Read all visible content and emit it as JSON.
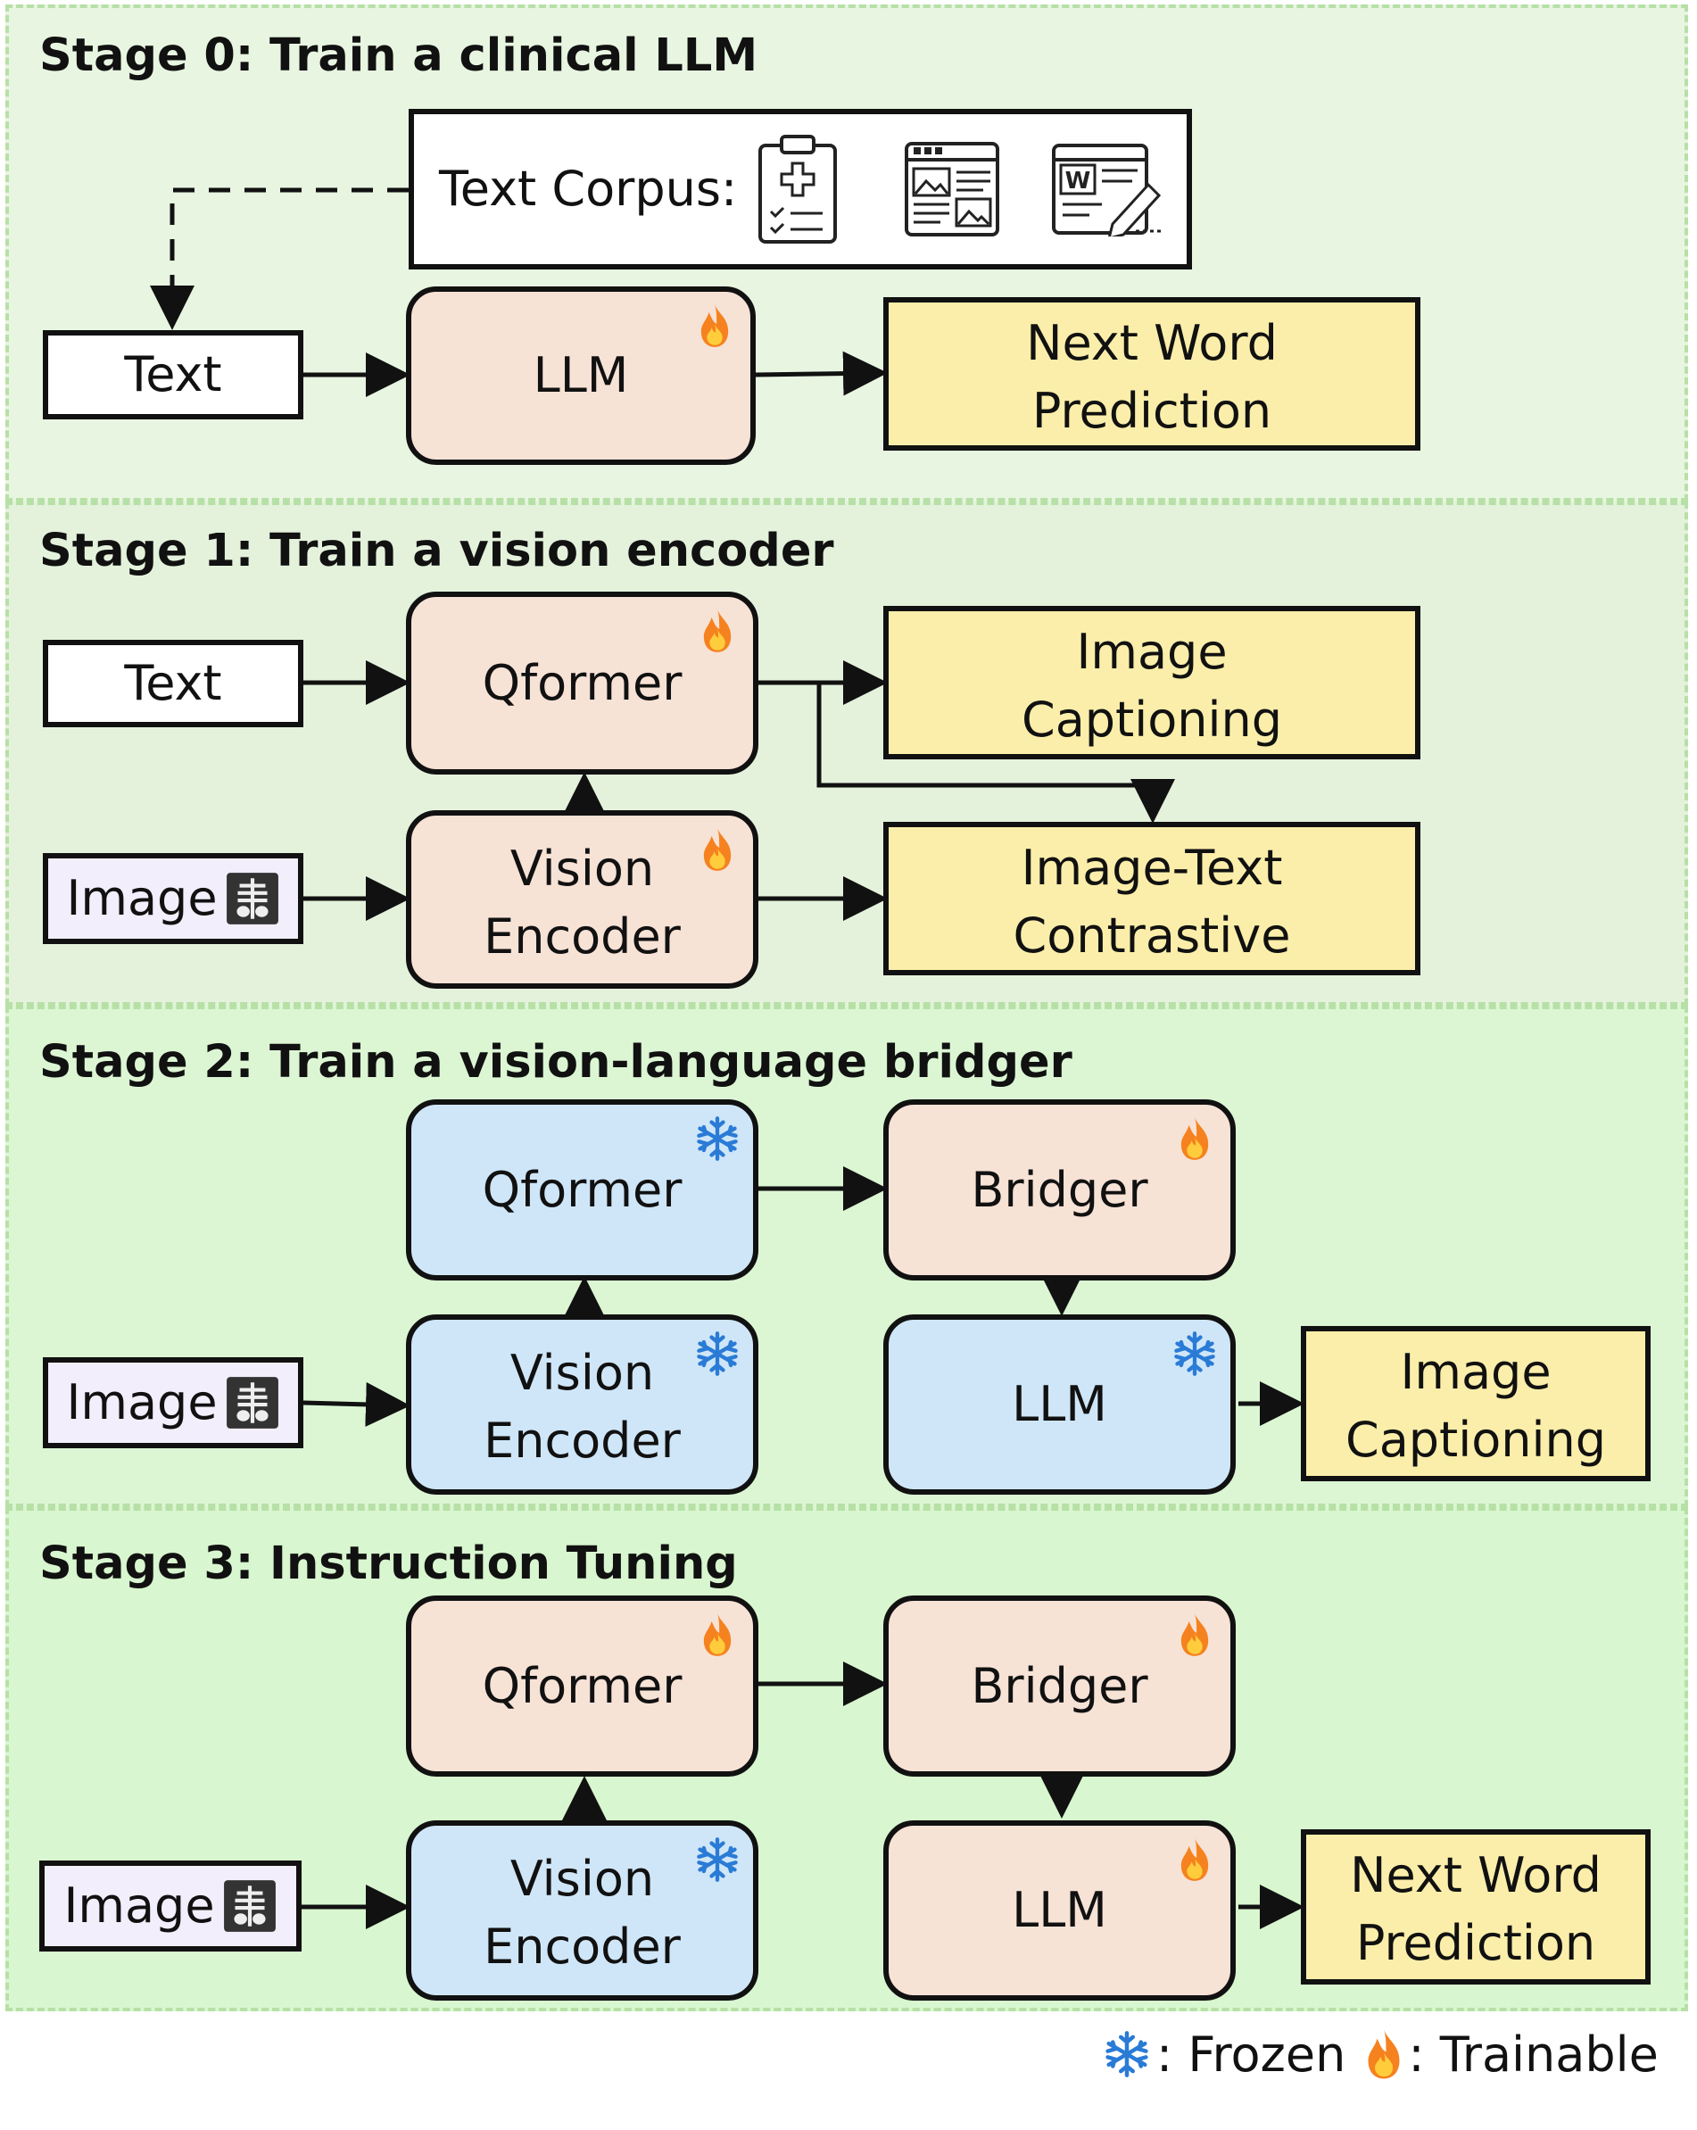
{
  "stages": [
    {
      "title": "Stage 0: Train a clinical LLM"
    },
    {
      "title": "Stage 1: Train a vision encoder"
    },
    {
      "title": "Stage 2: Train a vision-language bridger"
    },
    {
      "title": "Stage 3: Instruction Tuning"
    }
  ],
  "stage0": {
    "corpus_label": "Text Corpus:",
    "corpus_icons": [
      "clinical-clipboard-icon",
      "document-with-images-icon",
      "word-document-edit-icon"
    ],
    "input": "Text",
    "model": "LLM",
    "task": [
      "Next Word",
      "Prediction"
    ]
  },
  "stage1": {
    "text_input": "Text",
    "image_input": "Image",
    "qformer": "Qformer",
    "vision_encoder": [
      "Vision",
      "Encoder"
    ],
    "task_captioning": [
      "Image",
      "Captioning"
    ],
    "task_contrastive": [
      "Image-Text",
      "Contrastive"
    ]
  },
  "stage2": {
    "image_input": "Image",
    "qformer": "Qformer",
    "vision_encoder": [
      "Vision",
      "Encoder"
    ],
    "bridger": "Bridger",
    "llm": "LLM",
    "task": [
      "Image",
      "Captioning"
    ]
  },
  "stage3": {
    "image_input": "Image",
    "qformer": "Qformer",
    "vision_encoder": [
      "Vision",
      "Encoder"
    ],
    "bridger": "Bridger",
    "llm": "LLM",
    "task": [
      "Next Word",
      "Prediction"
    ]
  },
  "legend": {
    "frozen": ": Frozen",
    "trainable": ": Trainable"
  },
  "colors": {
    "trainable_fill": "#f7e2d6",
    "frozen_fill": "#cfe6f8",
    "task_fill": "#fbeeaa",
    "image_input_fill": "#f2eefc",
    "stage_border": "#b7e0a6",
    "snowflake": "#2a7bd6",
    "flame": "#f5821f"
  }
}
